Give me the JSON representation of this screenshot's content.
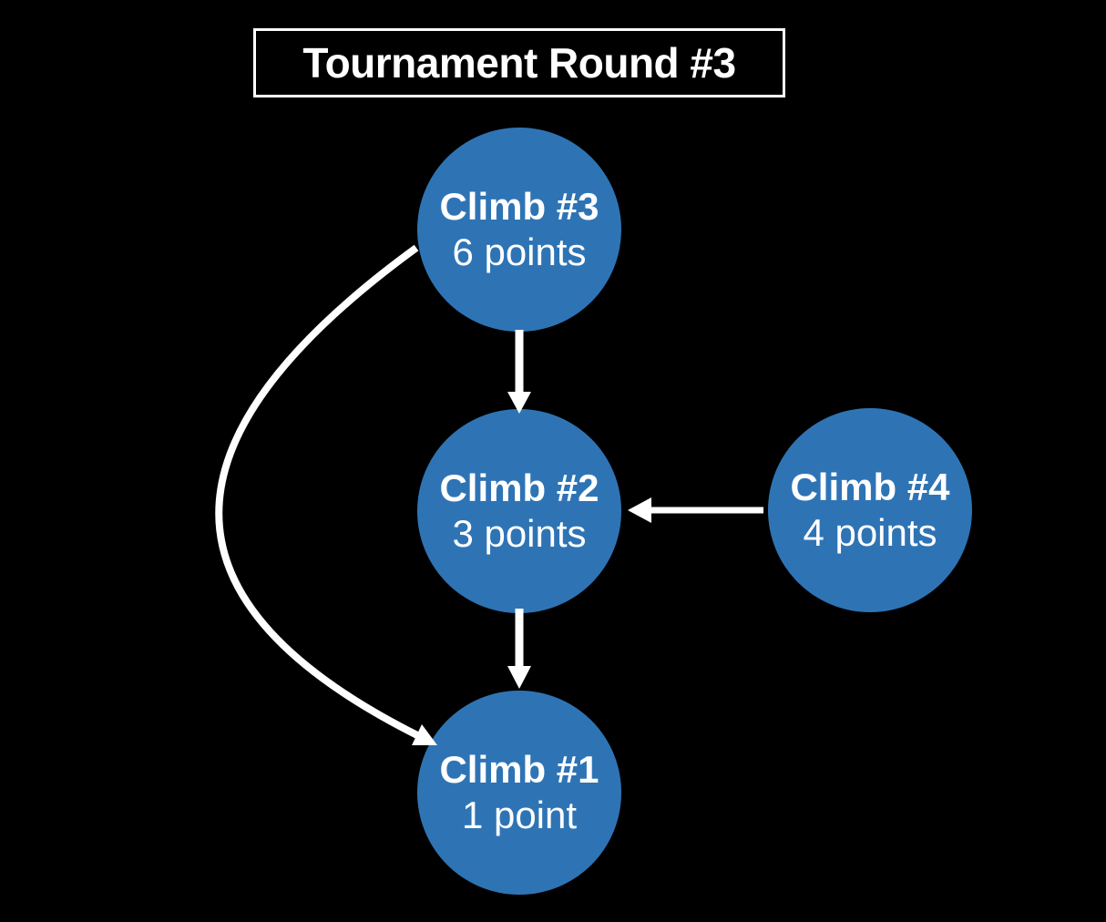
{
  "title": "Tournament Round #3",
  "colors": {
    "background": "#000000",
    "node_fill": "#2E74B5",
    "node_text": "#FFFFFF",
    "arrow": "#FFFFFF",
    "title_text": "#FFFFFF",
    "title_border": "#FFFFFF"
  },
  "nodes": [
    {
      "id": "climb3",
      "label": "Climb #3",
      "points": "6 points"
    },
    {
      "id": "climb2",
      "label": "Climb #2",
      "points": "3 points"
    },
    {
      "id": "climb4",
      "label": "Climb #4",
      "points": "4 points"
    },
    {
      "id": "climb1",
      "label": "Climb #1",
      "points": "1 point"
    }
  ],
  "edges": [
    {
      "from": "Climb #3",
      "to": "Climb #2",
      "style": "straight-down"
    },
    {
      "from": "Climb #2",
      "to": "Climb #1",
      "style": "straight-down"
    },
    {
      "from": "Climb #4",
      "to": "Climb #2",
      "style": "straight-left"
    },
    {
      "from": "Climb #3",
      "to": "Climb #1",
      "style": "curved-left"
    }
  ]
}
